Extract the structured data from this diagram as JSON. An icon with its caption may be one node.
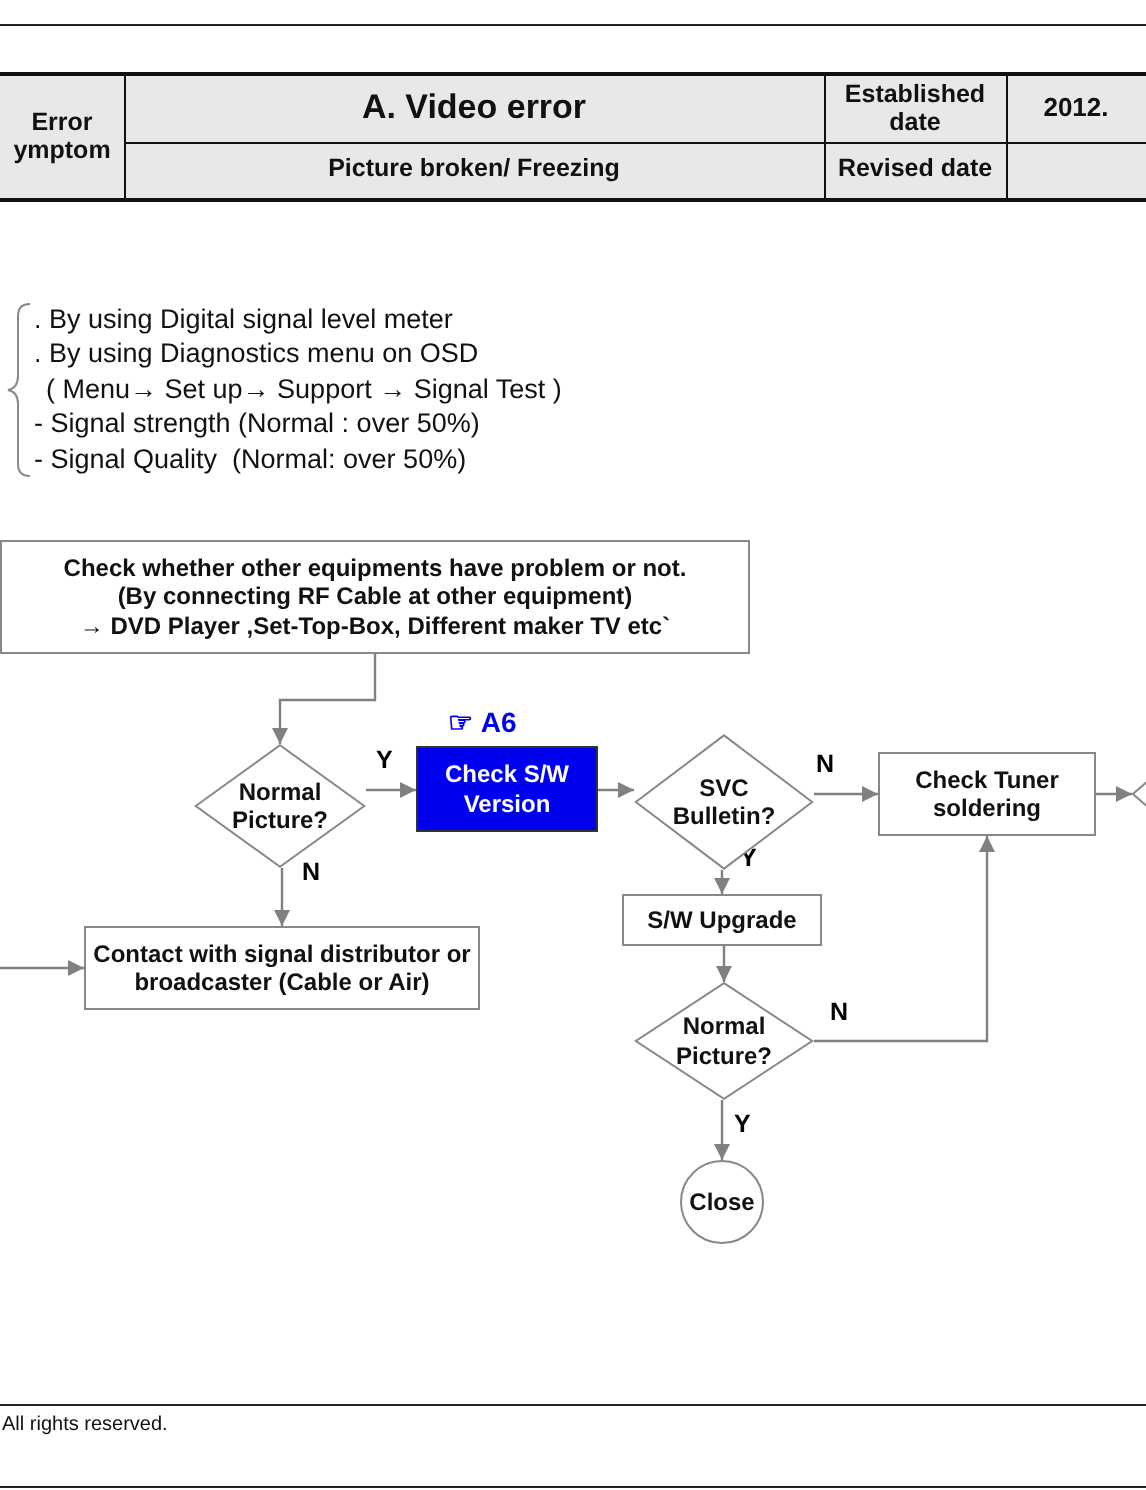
{
  "diagram": {
    "nodes": [
      {
        "text": [
          "Check whether other equipments have problem or not.",
          "(By connecting RF Cable at other equipment)",
          "→ DVD Player ,Set-Top-Box, Different maker TV etc`"
        ]
      },
      {
        "text": [
          "Normal Picture?"
        ]
      },
      {
        "text": [
          "Check S/W Version"
        ],
        "beside": [
          "☞ A6"
        ]
      },
      {
        "text": [
          "SVC Bulletin?"
        ]
      },
      {
        "text": [
          "Check Tuner soldering"
        ]
      },
      {
        "text": [],
        "shape": "diamond"
      },
      {
        "text": [
          "Contact with signal distributor or broadcaster (Cable or Air)"
        ]
      },
      {
        "text": [
          "S/W Upgrade"
        ]
      },
      {
        "text": [
          "Normal Picture?"
        ]
      },
      {
        "text": [
          "Close"
        ]
      }
    ],
    "edges": [
      {
        "from": 0,
        "to": 1,
        "arrow": "to"
      },
      {
        "from": 1,
        "to": 2,
        "arrow": "to",
        "label": "Y"
      },
      {
        "from": 2,
        "to": 3,
        "arrow": "to"
      },
      {
        "from": 3,
        "to": 4,
        "arrow": "to",
        "label": "N"
      },
      {
        "from": 4,
        "to": 5,
        "arrow": "to"
      },
      {
        "from": 1,
        "to": 6,
        "arrow": "to",
        "label": "N"
      },
      {
        "from": 3,
        "to": 7,
        "arrow": "to",
        "label": "Y"
      },
      {
        "from": 7,
        "to": 8,
        "arrow": "to"
      },
      {
        "from": 8,
        "to": 4,
        "arrow": "to",
        "label": "N"
      },
      {
        "from": 8,
        "to": 9,
        "arrow": "to",
        "label": "Y"
      },
      {
        "from": null,
        "to": 6,
        "arrow": "to"
      }
    ],
    "labels": [
      "Error ymptom",
      "A. Video error",
      "Established date",
      "2012.",
      "Picture broken/ Freezing",
      "Revised date",
      ". By using Digital signal level meter",
      ". By using Diagnostics menu on OSD",
      "( Menu→ Set up→ Support → Signal Test )",
      "- Signal strength (Normal : over 50%)",
      "- Signal Quality  (Normal: over 50%)",
      "All rights reserved."
    ]
  }
}
